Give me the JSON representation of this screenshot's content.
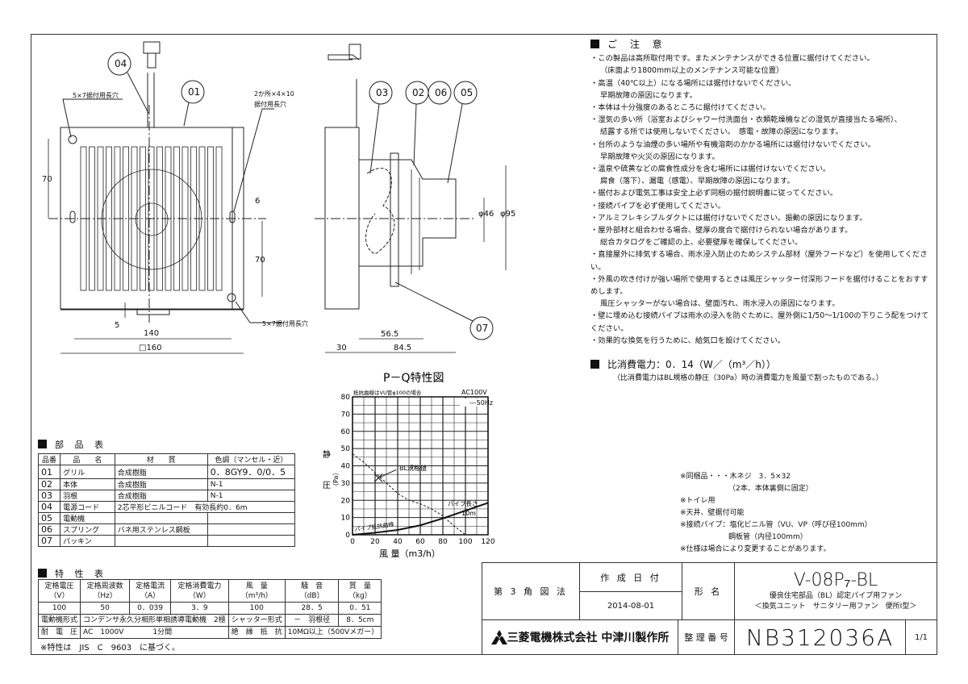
{
  "notes": {
    "heading": "ご 注 意",
    "lines": [
      "・この製品は高所取付用です。またメンテナンスができる位置に据付けてください。",
      "（床面より1800mm以上のメンテナンス可能な位置）",
      "・高温（40℃以上）になる場所には据付けないでください。",
      "早期故障の原因になります。",
      "・本体は十分強度のあるところに据付けてください。",
      "・湿気の多い所（浴室およびシャワー付洗面台・衣類乾燥機などの湿気が直接当たる場所）、",
      "結露する所では使用しないでください。　感電・故障の原因になります。",
      "・台所のような油煙の多い場所や有機溶剤のかかる場所には据付けないでください。",
      "早期故障や火災の原因になります。",
      "・温泉や硫黄などの腐食性成分を含む場所には据付けないでください。",
      "腐食（落下）、漏電（感電）、早期故障の原因になります。",
      "・据付および電気工事は安全上必ず同梱の据付説明書に従ってください。",
      "・接続パイプを必ず使用してください。",
      "・アルミフレキシブルダクトには据付けないでください。振動の原因になります。",
      "・屋外部材と組合わせる場合、壁厚の度合で据付けられない場合があります。",
      "総合カタログをご確認の上、必要壁厚を確保してください。",
      "・直接屋外に排気する場合、雨水浸入防止のためシステム部材（屋外フードなど）を使用してください。",
      "・外風の吹き付けが強い場所で使用するときは風圧シャッター付深形フードを据付けることをおすすめします。",
      "風圧シャッターがない場合は、壁面汚れ、雨水浸入の原因になります。",
      "・壁に埋め込む接続パイプは雨水の浸入を防ぐために、屋外側に1/50～1/100の下りこう配をつけてください。",
      "・効果的な換気を行うために、給気口を設けてください。"
    ]
  },
  "power": {
    "label": "比消費電力：0．14（W／（m³／h））",
    "note": "（比消費電力はBL規格の静圧（30Pa）時の消費電力を風量で割ったものである。）"
  },
  "misc": [
    "※同梱品・・・木ネジ　3．5×32",
    "（2本、本体裏側に固定）",
    "※トイレ用",
    "※天井、壁据付可能",
    "※接続パイプ：塩化ビニル管（VU、VP（呼び径100mm）",
    "鋼板管（内径100mm）",
    "※仕様は場合により変更することがあります。"
  ],
  "parts": {
    "title": "部 品 表",
    "headers": [
      "品番",
      "品　　名",
      "材　　質",
      "色調（マンセル・近）"
    ],
    "rows": [
      [
        "01",
        "グリル",
        "合成樹脂",
        "0．8GY9．0/0．5"
      ],
      [
        "02",
        "本体",
        "合成樹脂",
        "N-1"
      ],
      [
        "03",
        "羽根",
        "合成樹脂",
        "N-1"
      ],
      [
        "04",
        "電源コード",
        "2芯平形ビニルコード　有効長約0．6m",
        ""
      ],
      [
        "05",
        "電動機",
        "",
        ""
      ],
      [
        "06",
        "スプリング",
        "バネ用ステンレス鋼板",
        ""
      ],
      [
        "07",
        "パッキン",
        "",
        ""
      ]
    ]
  },
  "specs": {
    "title": "特 性 表",
    "headers": [
      "定格電圧\n（V）",
      "定格周波数\n（Hz）",
      "定格電流\n（A）",
      "定格消費電力\n（W）",
      "風　量\n（m³/h）",
      "騒　音\n（dB）",
      "質　量\n（kg）"
    ],
    "values": [
      "100",
      "50",
      "0．039",
      "3．9",
      "100",
      "28．5",
      "0．51"
    ],
    "motor_label": "電動機形式",
    "motor": "コンデンサ永久分相形単相誘導電動機　2極",
    "shutter_label": "シャッター形式",
    "shutter": "－",
    "blade_label": "羽根径",
    "blade": "8．5cm",
    "withstand_label": "耐　電　圧",
    "withstand": "AC　1000V　　　　1分間",
    "insul_label": "絶　縁　抵　抗",
    "insul": "10MΩ以上（500Vメガー）",
    "footnote": "※特性は　JIS　C　9603　に基づく。"
  },
  "title_block": {
    "projection": "第 3 角 図 法",
    "date_label": "作 成 日 付",
    "date": "2014-08-01",
    "model_label": "形 名",
    "model": "V-08P₇-BL",
    "desc1": "優良住宅部品（BL）認定パイプ用ファン",
    "desc2": "＜換気ユニット　サニタリー用ファン　便所I型＞",
    "company": "三菱電機株式会社 中津川製作所",
    "number_label": "整 理 番 号",
    "number": "NB312036A",
    "sheet": "1/1"
  },
  "drawing": {
    "front": {
      "p04": "04",
      "p01": "01",
      "hole_tl": "5×7据付用長穴",
      "hole_r1": "2か所×4×10",
      "hole_r2": "据付用長穴",
      "hole_br": "5×7据付用長穴",
      "d70a": "70",
      "d70b": "70",
      "d6": "6",
      "d5": "5",
      "d140": "140",
      "d160": "□160"
    },
    "side": {
      "p03": "03",
      "p02": "02",
      "p06": "06",
      "p05": "05",
      "p07": "07",
      "d46": "φ46",
      "d95": "φ95",
      "d565": "56.5",
      "d30": "30",
      "d845": "84.5"
    }
  },
  "chart_data": {
    "type": "line",
    "title": "P－Q特性図",
    "note": "抵抗曲線はVU管φ100の場合",
    "supply": "AC100V",
    "xlabel": "風 量（m3/h）",
    "ylabel_1": "静",
    "ylabel_2": "圧",
    "ylabel_unit": "（Pa）",
    "xlim": [
      0,
      120
    ],
    "ylim": [
      0,
      80
    ],
    "grid": true,
    "xticks": [
      0,
      20,
      40,
      60,
      80,
      100,
      120
    ],
    "yticks": [
      0,
      10,
      20,
      30,
      40,
      50,
      60,
      70,
      80
    ],
    "series": [
      {
        "name": "50Hz",
        "style": "dashed",
        "x": [
          0,
          10,
          20,
          30,
          40,
          50,
          60,
          70,
          80,
          90,
          100
        ],
        "y": [
          47,
          42,
          36,
          30,
          24,
          20,
          18,
          15,
          11,
          5,
          0
        ]
      },
      {
        "name": "パイプ抵抗曲線",
        "style": "solid",
        "x": [
          0,
          20,
          40,
          60,
          80,
          100,
          120
        ],
        "y": [
          0,
          1.2,
          2.8,
          5.5,
          9.5,
          14,
          18.5
        ]
      }
    ],
    "annotations": {
      "bl_point": {
        "label": "BL規格値",
        "x": 23,
        "y": 33
      },
      "pipe_len_1": "パイプ長さ",
      "pipe_len_2": "10m"
    }
  }
}
